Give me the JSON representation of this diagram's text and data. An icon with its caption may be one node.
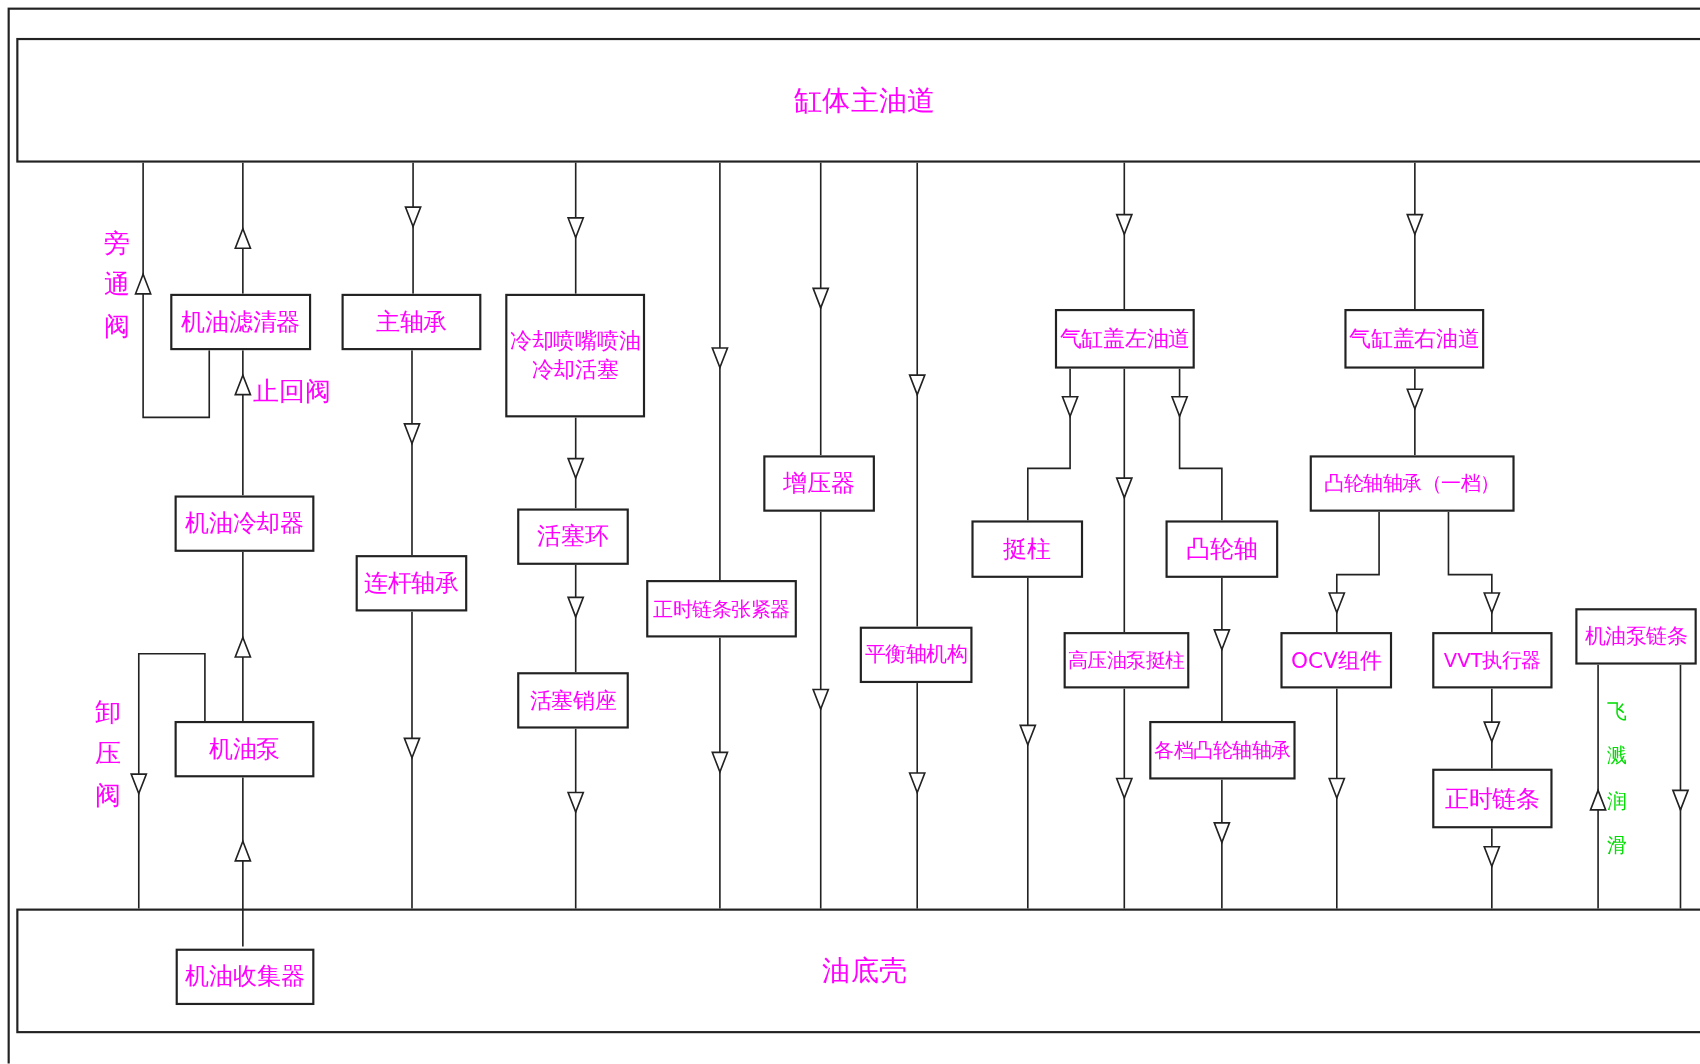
{
  "diagram": {
    "nodes": [
      {
        "text": [
          "缸体主油道"
        ]
      },
      {
        "text": [
          "机油滤清器"
        ]
      },
      {
        "text": [
          "主轴承"
        ]
      },
      {
        "text": [
          "冷却喷嘴喷油冷却活塞"
        ]
      },
      {
        "text": [
          "增压器"
        ]
      },
      {
        "text": [
          "气缸盖左油道"
        ]
      },
      {
        "text": [
          "气缸盖右油道"
        ]
      },
      {
        "text": [
          "机油冷却器"
        ]
      },
      {
        "text": [
          "连杆轴承"
        ]
      },
      {
        "text": [
          "活塞环"
        ]
      },
      {
        "text": [
          "凸轮轴轴承（一档）"
        ]
      },
      {
        "text": [
          "挺柱"
        ]
      },
      {
        "text": [
          "凸轮轴"
        ]
      },
      {
        "text": [
          "正时链条张紧器"
        ]
      },
      {
        "text": [
          "平衡轴机构"
        ]
      },
      {
        "text": [
          "高压油泵挺柱"
        ]
      },
      {
        "text": [
          "OCV组件"
        ]
      },
      {
        "text": [
          "VVT执行器"
        ]
      },
      {
        "text": [
          "机油泵链条"
        ]
      },
      {
        "text": [
          "活塞销座"
        ]
      },
      {
        "text": [
          "机油泵"
        ]
      },
      {
        "text": [
          "各档凸轮轴轴承"
        ]
      },
      {
        "text": [
          "正时链条"
        ]
      },
      {
        "text": [
          "油底壳"
        ]
      },
      {
        "text": [
          "机油收集器"
        ],
        "in": 23
      }
    ],
    "edges": [
      {
        "from": 24,
        "to": 20,
        "arrow": "to"
      },
      {
        "from": 20,
        "to": 7,
        "arrow": "to"
      },
      {
        "from": 7,
        "to": 1,
        "arrow": "to"
      },
      {
        "from": 1,
        "to": 0,
        "arrow": "to"
      },
      {
        "from": 1,
        "to": 0,
        "arrow": "to"
      },
      {
        "from": 20,
        "to": 23,
        "arrow": "to"
      },
      {
        "from": 0,
        "to": 2,
        "arrow": "to"
      },
      {
        "from": 2,
        "to": 8,
        "arrow": "to"
      },
      {
        "from": 8,
        "to": 23,
        "arrow": "to"
      },
      {
        "from": 0,
        "to": 3,
        "arrow": "to"
      },
      {
        "from": 3,
        "to": 9,
        "arrow": "to"
      },
      {
        "from": 9,
        "to": 19,
        "arrow": "to"
      },
      {
        "from": 19,
        "to": 23,
        "arrow": "to"
      },
      {
        "from": 0,
        "to": 13,
        "arrow": "to"
      },
      {
        "from": 13,
        "to": 23,
        "arrow": "to"
      },
      {
        "from": 0,
        "to": 4,
        "arrow": "to"
      },
      {
        "from": 4,
        "to": 23,
        "arrow": "to"
      },
      {
        "from": 0,
        "to": 14,
        "arrow": "to"
      },
      {
        "from": 14,
        "to": 23,
        "arrow": "to"
      },
      {
        "from": 0,
        "to": 5,
        "arrow": "to"
      },
      {
        "from": 5,
        "to": 11,
        "arrow": "to"
      },
      {
        "from": 5,
        "to": 15,
        "arrow": "to"
      },
      {
        "from": 5,
        "to": 12,
        "arrow": "to"
      },
      {
        "from": 11,
        "to": 23,
        "arrow": "to"
      },
      {
        "from": 15,
        "to": 23,
        "arrow": "to"
      },
      {
        "from": 12,
        "to": 21,
        "arrow": "to"
      },
      {
        "from": 21,
        "to": 23,
        "arrow": "to"
      },
      {
        "from": 0,
        "to": 6,
        "arrow": "to"
      },
      {
        "from": 6,
        "to": 10,
        "arrow": "to"
      },
      {
        "from": 10,
        "to": 16,
        "arrow": "to"
      },
      {
        "from": 10,
        "to": 17,
        "arrow": "to"
      },
      {
        "from": 16,
        "to": 23,
        "arrow": "to"
      },
      {
        "from": 17,
        "to": 22,
        "arrow": "to"
      },
      {
        "from": 22,
        "to": 23,
        "arrow": "to"
      },
      {
        "from": 23,
        "to": 18,
        "arrow": "to"
      },
      {
        "from": 18,
        "to": 23,
        "arrow": "to"
      }
    ],
    "labels": [
      "旁通阀",
      "止回阀",
      "卸压阀",
      "飞溅润滑"
    ]
  }
}
